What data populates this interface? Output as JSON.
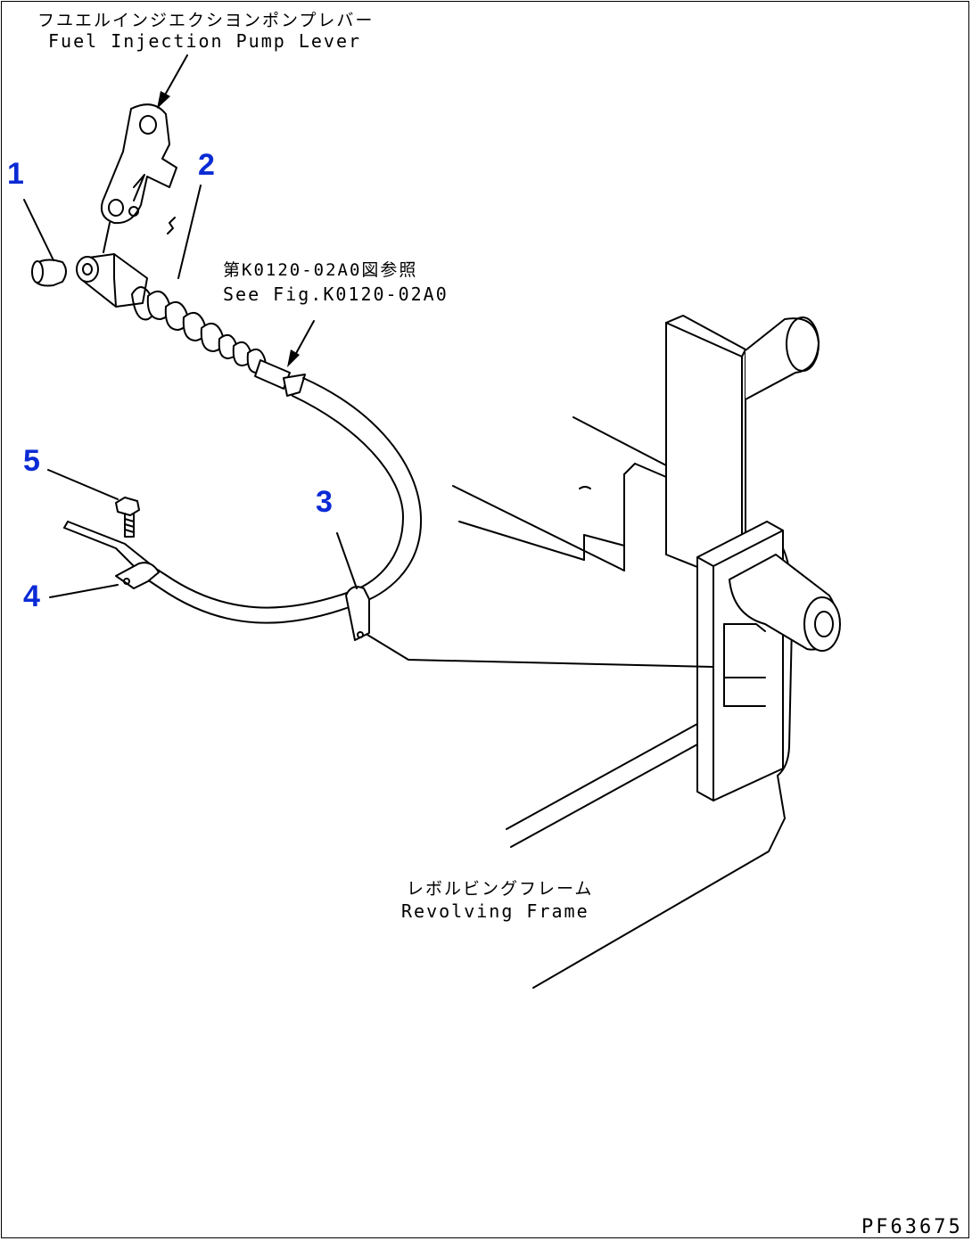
{
  "labels": {
    "pump_lever_jp": "フユエルインジエクシヨンポンプレバー",
    "pump_lever_en": "Fuel Injection Pump Lever",
    "see_fig_jp": "第K0120-02A0図参照",
    "see_fig_en": "See Fig.K0120-02A0",
    "frame_jp": "レボルビングフレーム",
    "frame_en": "Revolving Frame"
  },
  "callouts": [
    "1",
    "2",
    "3",
    "4",
    "5"
  ],
  "figure_code": "PF63675",
  "colors": {
    "callout": "#0a2bd4",
    "line": "#000000",
    "background": "#ffffff"
  }
}
